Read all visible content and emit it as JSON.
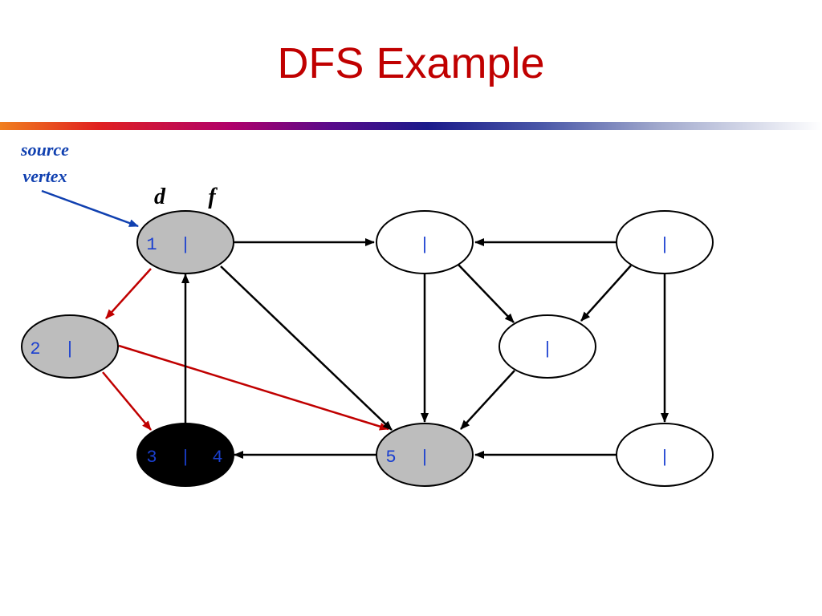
{
  "title": "DFS Example",
  "annotation": {
    "line1": "source",
    "line2": "vertex"
  },
  "headers": {
    "d": "d",
    "f": "f"
  },
  "nodes": {
    "n1": {
      "d": "1",
      "sep": "|",
      "f": "",
      "fill": "#bdbdbd"
    },
    "n2": {
      "d": "2",
      "sep": "|",
      "f": "",
      "fill": "#bdbdbd"
    },
    "n3": {
      "d": "3",
      "sep": "|",
      "f": "4",
      "fill": "#000000"
    },
    "n4": {
      "d": "",
      "sep": "|",
      "f": "",
      "fill": "#ffffff"
    },
    "n5": {
      "d": "5",
      "sep": "|",
      "f": "",
      "fill": "#bdbdbd"
    },
    "n6": {
      "d": "",
      "sep": "|",
      "f": "",
      "fill": "#ffffff"
    },
    "n7": {
      "d": "",
      "sep": "|",
      "f": "",
      "fill": "#ffffff"
    },
    "n8": {
      "d": "",
      "sep": "|",
      "f": "",
      "fill": "#ffffff"
    }
  },
  "colors": {
    "title": "#c00000",
    "tree_edge": "#c00000",
    "edge": "#000000",
    "annotation": "#1040b0",
    "label": "#1a3fd0"
  }
}
